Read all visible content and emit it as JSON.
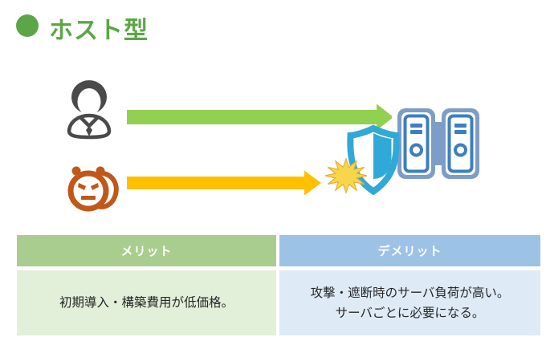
{
  "title": {
    "text": "ホスト型"
  },
  "diagram": {
    "icons": [
      "person-icon",
      "devil-icon",
      "green-arrow-icon",
      "yellow-arrow-icon",
      "burst-icon",
      "shield-icon",
      "servers-icon"
    ]
  },
  "table": {
    "columns": [
      {
        "header": "メリット",
        "body_lines": [
          "初期導入・構築費用が低価格。"
        ]
      },
      {
        "header": "デメリット",
        "body_lines": [
          "攻撃・遮断時のサーバ負荷が高い。",
          "サーバごとに必要になる。"
        ]
      }
    ]
  },
  "colors": {
    "title-green": "#5BA646",
    "arrow-green": "#92D050",
    "arrow-yellow": "#FFC000",
    "person-gray": "#4A4A4A",
    "devil-orange": "#C2571A",
    "shield-cyan": "#31A9D6",
    "burst-yellow": "#F8D64B",
    "server-frame": "#7D9DC9",
    "server-detail": "#3D7EBE",
    "header-green": "#A9CD8E",
    "header-blue": "#9CC2E5",
    "cell-green": "#E2EFD9",
    "cell-blue": "#DEEBF7",
    "body-text": "#262626"
  }
}
